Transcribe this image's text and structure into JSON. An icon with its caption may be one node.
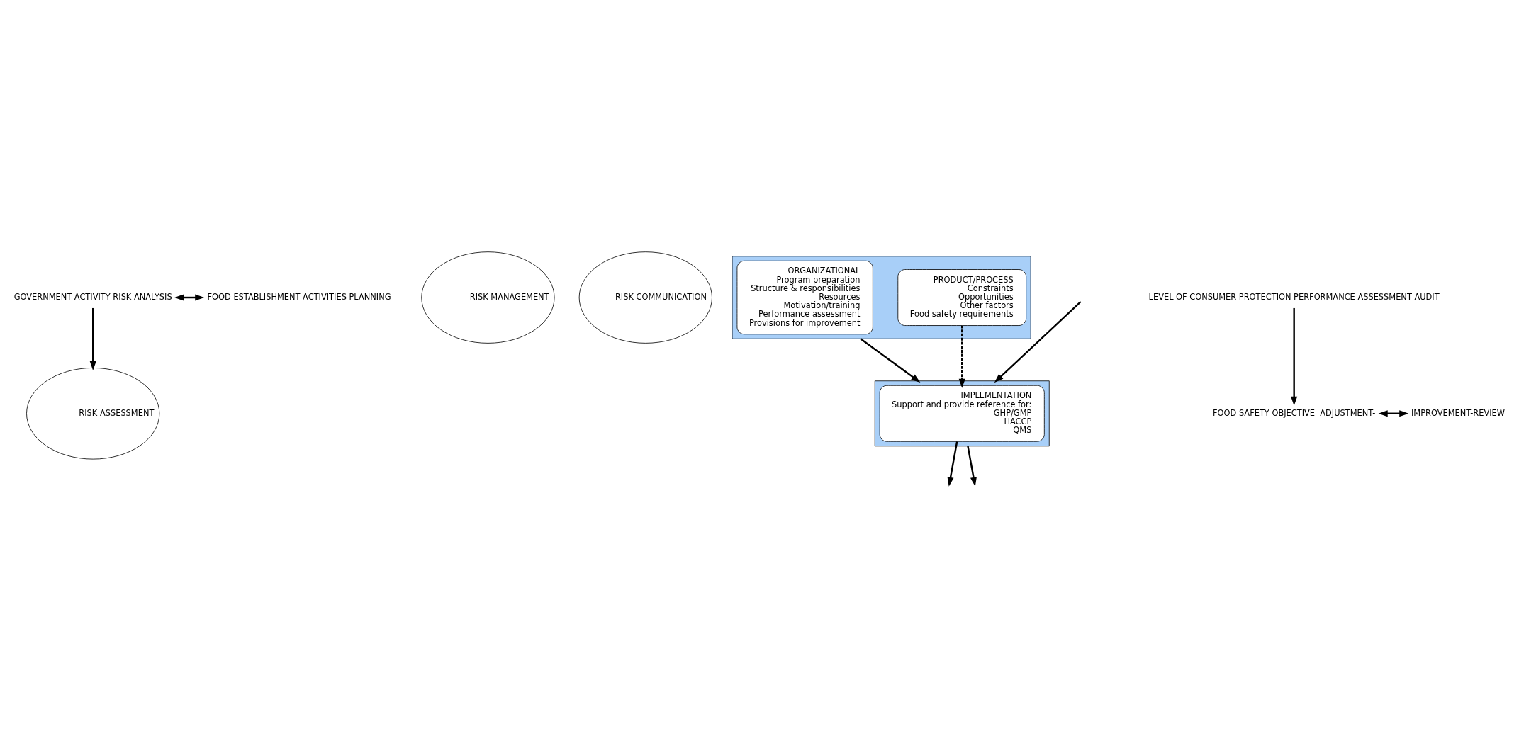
{
  "diagram": {
    "nodes": [
      {
        "text": [
          "GOVERNMENT ACTIVITY RISK ANALYSIS"
        ]
      },
      {
        "text": [
          "FOOD ESTABLISHMENT ACTIVITIES PLANNING"
        ]
      },
      {
        "text": [
          "RISK ASSESSMENT"
        ]
      },
      {
        "text": [
          "RISK MANAGEMENT"
        ]
      },
      {
        "text": [
          "RISK COMMUNICATION"
        ]
      },
      {
        "text": [],
        "shape": "box"
      },
      {
        "text": [
          "PRODUCT/PROCESS",
          "Constraints",
          "Opportunities",
          "Other factors",
          "Food safety requirements"
        ],
        "in": 5
      },
      {
        "text": [
          "ORGANIZATIONAL",
          "Program preparation",
          "Structure & responsibilities",
          "Resources",
          "Motivation/training",
          "Performance assessment",
          "Provisions for improvement"
        ],
        "in": 5
      },
      {
        "text": [],
        "shape": "box"
      },
      {
        "text": [
          "IMPLEMENTATION",
          "Support and provide reference for:",
          "GHP/GMP",
          "HACCP",
          "QMS"
        ],
        "in": 8
      },
      {
        "text": [
          "LEVEL OF CONSUMER PROTECTION PERFORMANCE ASSESSMENT AUDIT"
        ]
      },
      {
        "text": [
          "FOOD SAFETY OBJECTIVE  ADJUSTMENT-"
        ]
      },
      {
        "text": [
          "IMPROVEMENT-REVIEW"
        ]
      }
    ],
    "edges": [
      {
        "from": 0,
        "to": 1,
        "arrow": "both"
      },
      {
        "from": 0,
        "to": 2,
        "arrow": "to"
      },
      {
        "from": 5,
        "to": 8,
        "arrow": "to"
      },
      {
        "from": 6,
        "to": 9,
        "arrow": "to",
        "style": "dashed"
      },
      {
        "from": null,
        "to": 8,
        "arrow": "to"
      },
      {
        "from": 9,
        "to": null,
        "arrow": "to"
      },
      {
        "from": 8,
        "to": null,
        "arrow": "to"
      },
      {
        "from": 10,
        "to": 11,
        "arrow": "to"
      },
      {
        "from": 11,
        "to": 12,
        "arrow": "both"
      }
    ]
  }
}
